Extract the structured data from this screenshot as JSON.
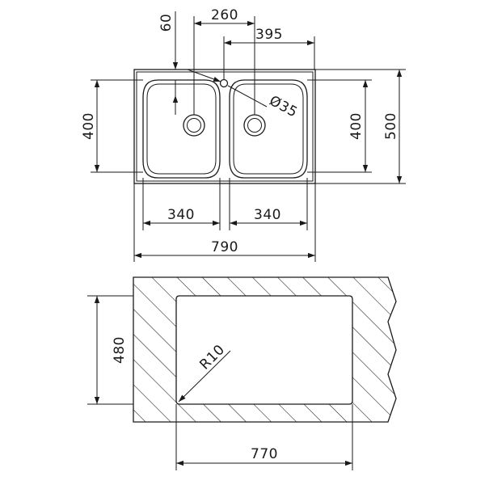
{
  "sink_top_view": {
    "bowl_width_left": "340",
    "bowl_width_right": "340",
    "overall_width": "790",
    "overall_depth": "500",
    "bowl_depth_left": "400",
    "bowl_depth_right": "400",
    "drain_offset_top": "60",
    "drain_spacing": "260",
    "tap_to_drain": "395",
    "tap_hole_diameter": "Ø35"
  },
  "cutout_view": {
    "cutout_width": "770",
    "cutout_depth": "480",
    "corner_radius": "R10"
  },
  "colors": {
    "line": "#1a1a1a",
    "background": "#ffffff"
  }
}
